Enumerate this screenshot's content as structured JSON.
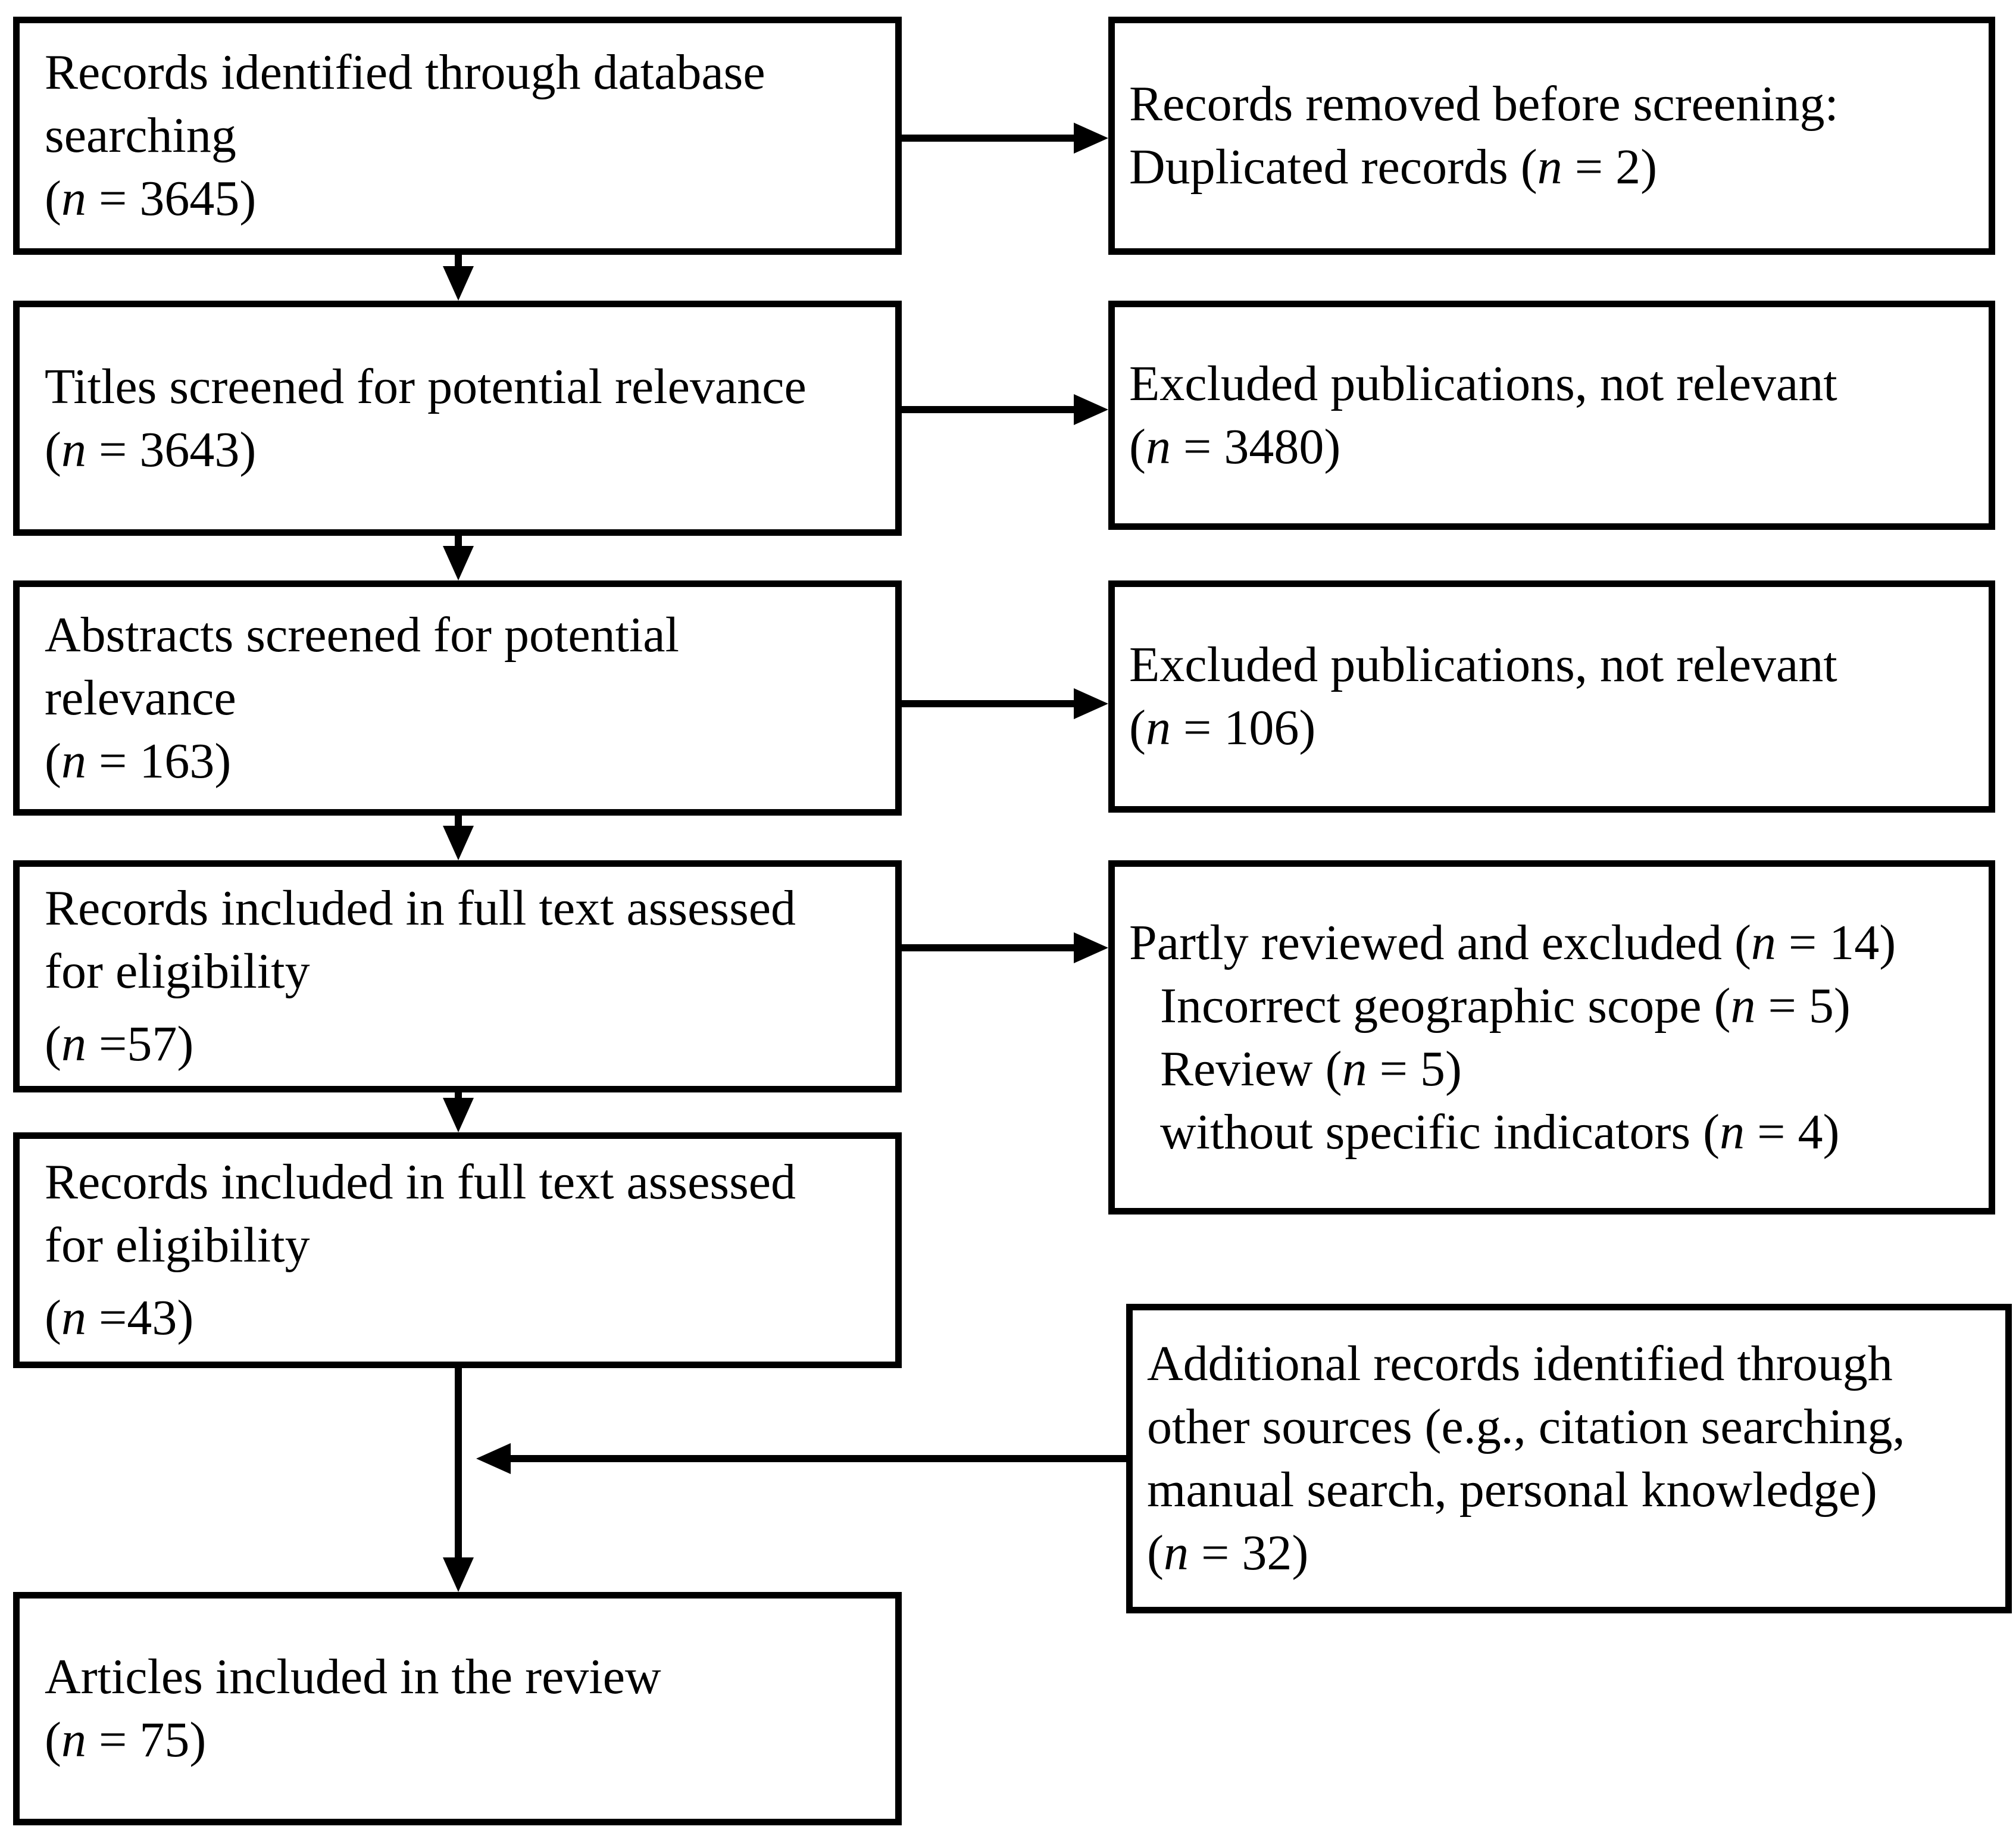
{
  "figure": {
    "type": "prisma-flow-diagram",
    "colors": {
      "ink": "#000000",
      "background": "#ffffff"
    },
    "boxes": {
      "records_identified": {
        "lines": [
          {
            "t": "Records identified through database"
          },
          {
            "t": "searching"
          },
          {
            "t": "(n = 3645)"
          }
        ]
      },
      "records_removed": {
        "lines": [
          {
            "t": "Records removed before screening:"
          },
          {
            "t": "Duplicated records (n = 2)"
          }
        ]
      },
      "titles_screened": {
        "lines": [
          {
            "t": "Titles screened for potential relevance"
          },
          {
            "t": "(n = 3643)"
          }
        ]
      },
      "excluded_titles": {
        "lines": [
          {
            "t": "Excluded publications, not relevant"
          },
          {
            "t": "(n = 3480)"
          }
        ]
      },
      "abstracts_screened": {
        "lines": [
          {
            "t": "Abstracts screened for potential"
          },
          {
            "t": "relevance"
          },
          {
            "t": "(n = 163)"
          }
        ]
      },
      "excluded_abstracts": {
        "lines": [
          {
            "t": "Excluded publications, not relevant"
          },
          {
            "t": "(n = 106)"
          }
        ]
      },
      "fulltext_assessed_57": {
        "lines": [
          {
            "t": "Records included in full text assessed"
          },
          {
            "t": "for eligibility"
          },
          {
            "t": "(n =57)",
            "gap": true
          }
        ]
      },
      "partly_reviewed": {
        "lines": [
          {
            "t": "Partly reviewed and excluded (n = 14)"
          },
          {
            "t": "Incorrect geographic scope (n = 5)",
            "indent": true
          },
          {
            "t": "Review (n = 5)",
            "indent": true
          },
          {
            "t": "without specific indicators (n = 4)",
            "indent": true
          }
        ]
      },
      "fulltext_assessed_43": {
        "lines": [
          {
            "t": "Records included in full text assessed"
          },
          {
            "t": "for eligibility"
          },
          {
            "t": "(n =43)",
            "gap": true
          }
        ]
      },
      "additional_records": {
        "lines": [
          {
            "t": "Additional records identified through"
          },
          {
            "t": "other sources (e.g., citation searching,"
          },
          {
            "t": "manual search, personal knowledge)"
          },
          {
            "t": "(n = 32)"
          }
        ]
      },
      "articles_included": {
        "lines": [
          {
            "t": "Articles included in the review"
          },
          {
            "t": "(n = 75)"
          }
        ]
      }
    }
  }
}
